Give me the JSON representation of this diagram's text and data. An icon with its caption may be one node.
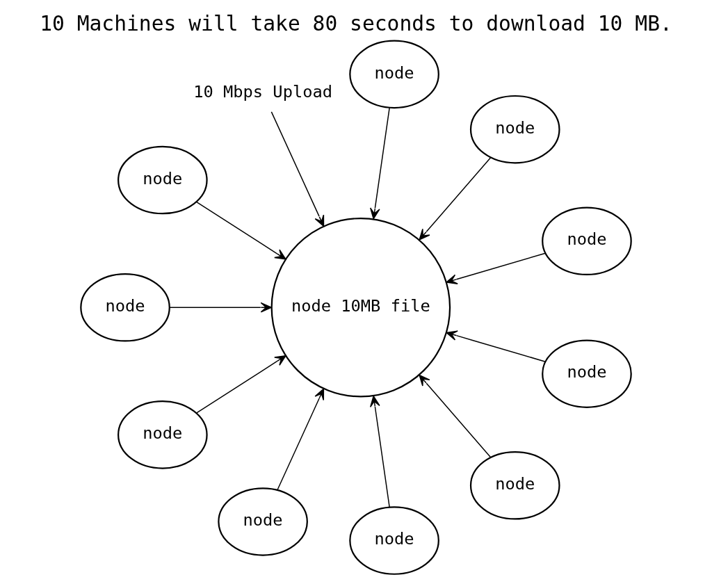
{
  "diagram": {
    "title": "10 Machines will take 80 seconds to download 10 MB.",
    "nodes": [
      {
        "text": [
          "node"
        ]
      },
      {
        "text": [
          "node"
        ]
      },
      {
        "text": [
          "node"
        ]
      },
      {
        "text": [
          "10 Mbps Upload"
        ]
      },
      {
        "text": [
          "node"
        ]
      },
      {
        "text": [
          "node 10MB file"
        ]
      },
      {
        "text": [
          "node"
        ]
      },
      {
        "text": [
          "node"
        ]
      },
      {
        "text": [
          "node"
        ]
      },
      {
        "text": [
          "node"
        ]
      },
      {
        "text": [
          "node"
        ]
      },
      {
        "text": [
          "node"
        ]
      }
    ],
    "edges": [
      {
        "from": 0,
        "to": 5,
        "arrow": "to"
      },
      {
        "from": 1,
        "to": 5,
        "arrow": "to"
      },
      {
        "from": 2,
        "to": 5,
        "arrow": "to"
      },
      {
        "from": 3,
        "to": 5,
        "arrow": "to"
      },
      {
        "from": 4,
        "to": 5,
        "arrow": "to"
      },
      {
        "from": 6,
        "to": 5,
        "arrow": "to"
      },
      {
        "from": 7,
        "to": 5,
        "arrow": "to"
      },
      {
        "from": 8,
        "to": 5,
        "arrow": "to"
      },
      {
        "from": 9,
        "to": 5,
        "arrow": "to"
      },
      {
        "from": 10,
        "to": 5,
        "arrow": "to"
      },
      {
        "from": 11,
        "to": 5,
        "arrow": "to"
      }
    ]
  }
}
